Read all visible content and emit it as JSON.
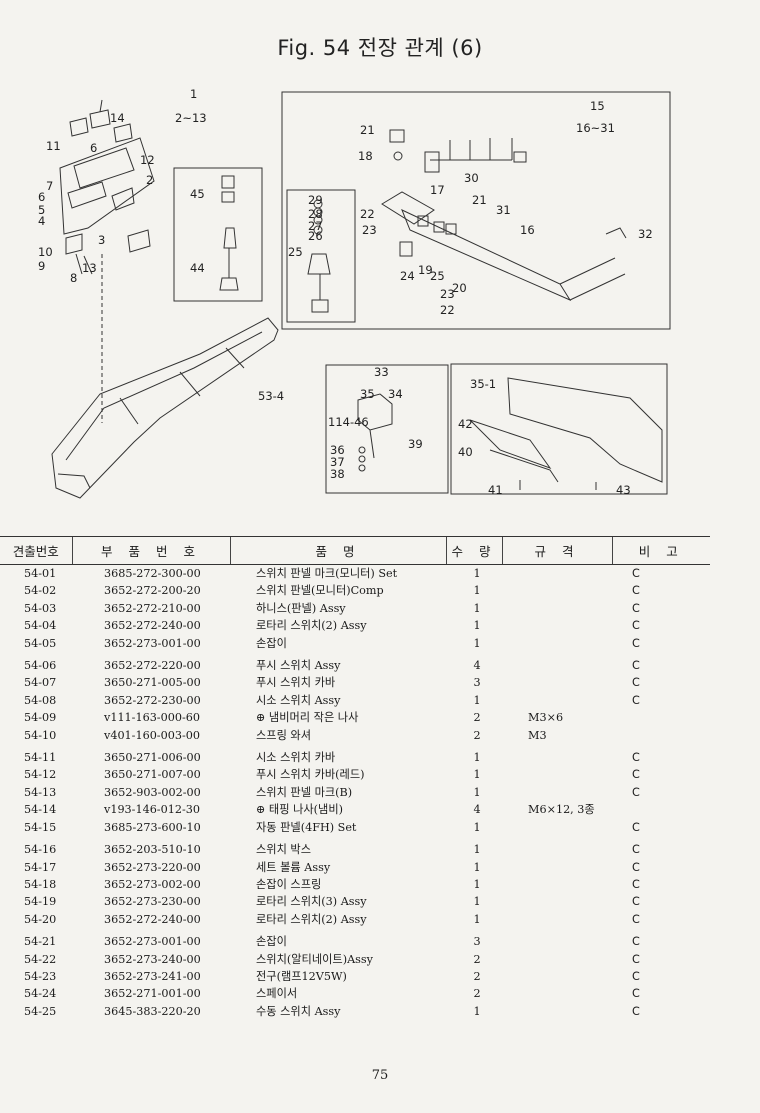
{
  "figure": {
    "title": "Fig. 54  전장 관계 (6)"
  },
  "diagram": {
    "callouts": [
      "14",
      "1",
      "2~13",
      "11",
      "6",
      "12",
      "2",
      "7",
      "6",
      "5",
      "4",
      "3",
      "10",
      "9",
      "8",
      "13",
      "45",
      "44",
      "15",
      "16~31",
      "21",
      "18",
      "17",
      "21",
      "31",
      "16",
      "32",
      "30",
      "22",
      "23",
      "29",
      "28",
      "27",
      "26",
      "25",
      "24",
      "19",
      "25",
      "20",
      "23",
      "22",
      "53-4",
      "33",
      "35",
      "34",
      "114-46",
      "39",
      "36",
      "37",
      "38",
      "35-1",
      "42",
      "40",
      "41",
      "43"
    ]
  },
  "table": {
    "headers": [
      "견출번호",
      "부 품 번 호",
      "품 명",
      "수 량",
      "규 격",
      "비 고"
    ],
    "rows": [
      {
        "no": "54-01",
        "part": "3685-272-300-00",
        "name": "스위치 판넬 마크(모니터) Set",
        "qty": "1",
        "spec": "",
        "note": "C",
        "gap": false
      },
      {
        "no": "54-02",
        "part": "3652-272-200-20",
        "name": "스위치 판넬(모니터)Comp",
        "qty": "1",
        "spec": "",
        "note": "C",
        "gap": false
      },
      {
        "no": "54-03",
        "part": "3652-272-210-00",
        "name": "하니스(판넬) Assy",
        "qty": "1",
        "spec": "",
        "note": "C",
        "gap": false
      },
      {
        "no": "54-04",
        "part": "3652-272-240-00",
        "name": "로타리 스위치(2) Assy",
        "qty": "1",
        "spec": "",
        "note": "C",
        "gap": false
      },
      {
        "no": "54-05",
        "part": "3652-273-001-00",
        "name": "손잡이",
        "qty": "1",
        "spec": "",
        "note": "C",
        "gap": false
      },
      {
        "no": "54-06",
        "part": "3652-272-220-00",
        "name": "푸시 스위치 Assy",
        "qty": "4",
        "spec": "",
        "note": "C",
        "gap": true
      },
      {
        "no": "54-07",
        "part": "3650-271-005-00",
        "name": "푸시 스위치 카바",
        "qty": "3",
        "spec": "",
        "note": "C",
        "gap": false
      },
      {
        "no": "54-08",
        "part": "3652-272-230-00",
        "name": "시소 스위치 Assy",
        "qty": "1",
        "spec": "",
        "note": "C",
        "gap": false
      },
      {
        "no": "54-09",
        "part": "v111-163-000-60",
        "name": "⊕ 냄비머리 작은 나사",
        "qty": "2",
        "spec": "M3×6",
        "note": "",
        "gap": false
      },
      {
        "no": "54-10",
        "part": "v401-160-003-00",
        "name": "스프링 와셔",
        "qty": "2",
        "spec": "M3",
        "note": "",
        "gap": false
      },
      {
        "no": "54-11",
        "part": "3650-271-006-00",
        "name": "시소 스위치 카바",
        "qty": "1",
        "spec": "",
        "note": "C",
        "gap": true
      },
      {
        "no": "54-12",
        "part": "3650-271-007-00",
        "name": "푸시 스위치 카바(레드)",
        "qty": "1",
        "spec": "",
        "note": "C",
        "gap": false
      },
      {
        "no": "54-13",
        "part": "3652-903-002-00",
        "name": "스위치 판넬 마크(B)",
        "qty": "1",
        "spec": "",
        "note": "C",
        "gap": false
      },
      {
        "no": "54-14",
        "part": "v193-146-012-30",
        "name": "⊕ 태핑 나사(냄비)",
        "qty": "4",
        "spec": "M6×12, 3종",
        "note": "",
        "gap": false
      },
      {
        "no": "54-15",
        "part": "3685-273-600-10",
        "name": "자동 판넬(4FH) Set",
        "qty": "1",
        "spec": "",
        "note": "C",
        "gap": false
      },
      {
        "no": "54-16",
        "part": "3652-203-510-10",
        "name": "스위치 박스",
        "qty": "1",
        "spec": "",
        "note": "C",
        "gap": true
      },
      {
        "no": "54-17",
        "part": "3652-273-220-00",
        "name": "세트 볼륨 Assy",
        "qty": "1",
        "spec": "",
        "note": "C",
        "gap": false
      },
      {
        "no": "54-18",
        "part": "3652-273-002-00",
        "name": "손잡이 스프링",
        "qty": "1",
        "spec": "",
        "note": "C",
        "gap": false
      },
      {
        "no": "54-19",
        "part": "3652-273-230-00",
        "name": "로타리 스위치(3) Assy",
        "qty": "1",
        "spec": "",
        "note": "C",
        "gap": false
      },
      {
        "no": "54-20",
        "part": "3652-272-240-00",
        "name": "로타리 스위치(2) Assy",
        "qty": "1",
        "spec": "",
        "note": "C",
        "gap": false
      },
      {
        "no": "54-21",
        "part": "3652-273-001-00",
        "name": "손잡이",
        "qty": "3",
        "spec": "",
        "note": "C",
        "gap": true
      },
      {
        "no": "54-22",
        "part": "3652-273-240-00",
        "name": "스위치(알티네이트)Assy",
        "qty": "2",
        "spec": "",
        "note": "C",
        "gap": false
      },
      {
        "no": "54-23",
        "part": "3652-273-241-00",
        "name": "전구(램프12V5W)",
        "qty": "2",
        "spec": "",
        "note": "C",
        "gap": false
      },
      {
        "no": "54-24",
        "part": "3652-271-001-00",
        "name": "스페이서",
        "qty": "2",
        "spec": "",
        "note": "C",
        "gap": false
      },
      {
        "no": "54-25",
        "part": "3645-383-220-20",
        "name": "수동 스위치 Assy",
        "qty": "1",
        "spec": "",
        "note": "C",
        "gap": false
      }
    ]
  },
  "page_number": "75"
}
